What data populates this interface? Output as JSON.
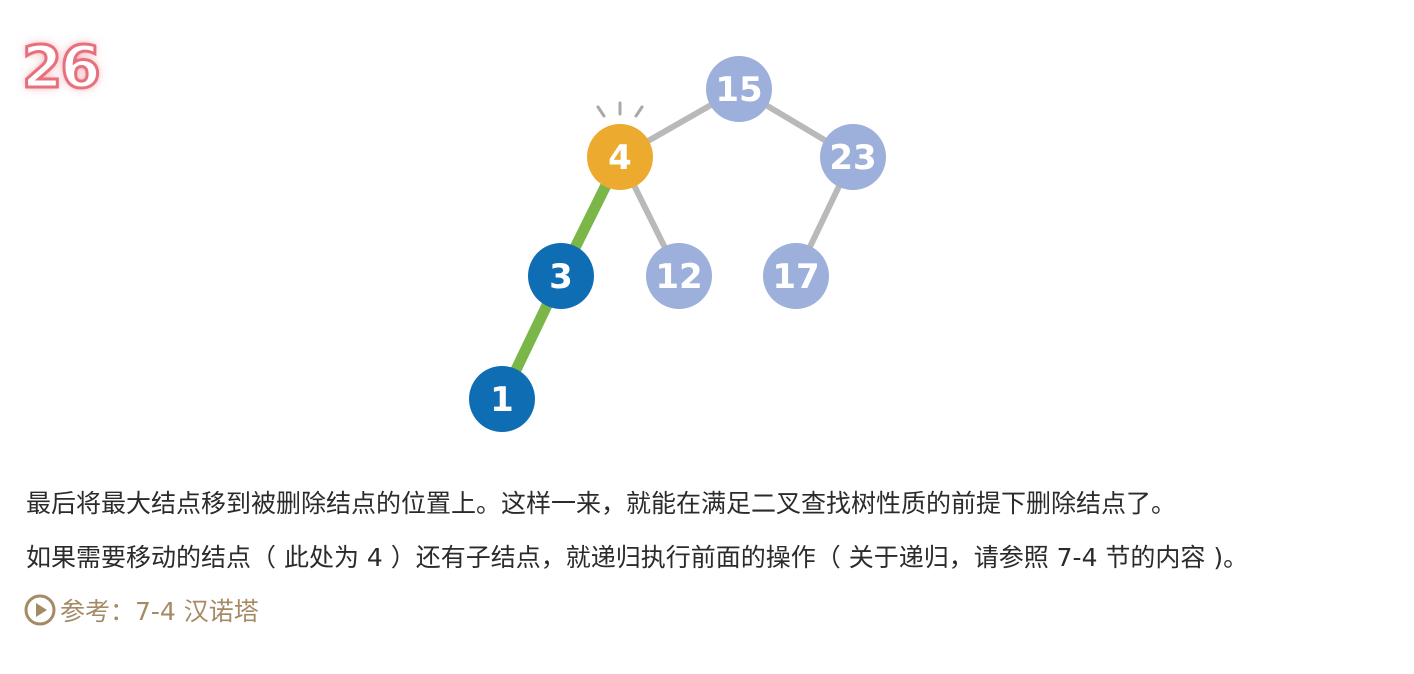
{
  "step_number": "26",
  "tree": {
    "nodes": [
      {
        "id": "n15",
        "label": "15",
        "color": "#9db0db"
      },
      {
        "id": "n4",
        "label": "4",
        "color": "#ecaa2f"
      },
      {
        "id": "n23",
        "label": "23",
        "color": "#9db0db"
      },
      {
        "id": "n3",
        "label": "3",
        "color": "#0f6db3"
      },
      {
        "id": "n12",
        "label": "12",
        "color": "#9db0db"
      },
      {
        "id": "n17",
        "label": "17",
        "color": "#9db0db"
      },
      {
        "id": "n1",
        "label": "1",
        "color": "#0f6db3"
      }
    ],
    "edges": [
      {
        "from": "n15",
        "to": "n4",
        "color": "#b9b9b9"
      },
      {
        "from": "n15",
        "to": "n23",
        "color": "#b9b9b9"
      },
      {
        "from": "n4",
        "to": "n12",
        "color": "#b9b9b9"
      },
      {
        "from": "n23",
        "to": "n17",
        "color": "#b9b9b9"
      },
      {
        "from": "n4",
        "to": "n3",
        "color": "#7ab648"
      },
      {
        "from": "n3",
        "to": "n1",
        "color": "#7ab648"
      }
    ],
    "highlight_node": "n4"
  },
  "description": {
    "line1": "最后将最大结点移到被删除结点的位置上。这样一来，就能在满足二叉查找树性质的前提下删除结点了。",
    "line2": "如果需要移动的结点（ 此处为 4 ）还有子结点，就递归执行前面的操作（ 关于递归，请参照 7-4 节的内容 )。"
  },
  "reference": {
    "label": "参考：7-4 汉诺塔",
    "color": "#a58a66"
  }
}
